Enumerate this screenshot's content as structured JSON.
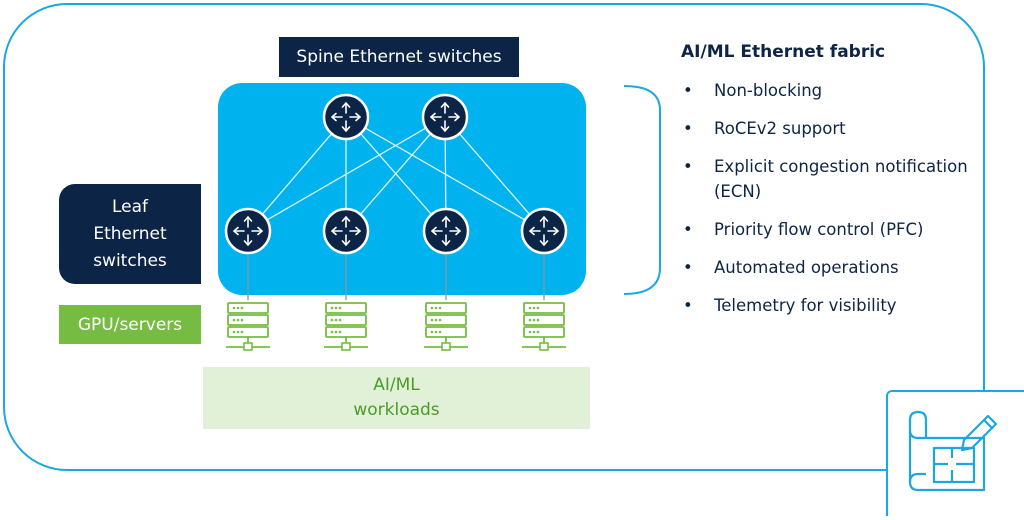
{
  "labels": {
    "spine": "Spine Ethernet switches",
    "leaf": "Leaf\nEthernet\nswitches",
    "gpu": "GPU/servers",
    "workloads": "AI/ML\nworkloads"
  },
  "features": {
    "title": "AI/ML Ethernet fabric",
    "items": [
      {
        "text": "Non-blocking"
      },
      {
        "text": "RoCEv2 support"
      },
      {
        "text": "Explicit congestion notification (ECN)"
      },
      {
        "text": "Priority flow control (PFC)"
      },
      {
        "text": "Automated operations"
      },
      {
        "text": "Telemetry for visibility"
      }
    ]
  },
  "icons": {
    "switch": "router-switch-icon",
    "server": "server-rack-icon",
    "corner": "blueprint-pencil-icon"
  },
  "colors": {
    "navy": "#0c2546",
    "fabric_blue": "#00b2ee",
    "green": "#76bc43",
    "light_green": "#e0f1d8",
    "frame_blue": "#1ba7e0"
  }
}
